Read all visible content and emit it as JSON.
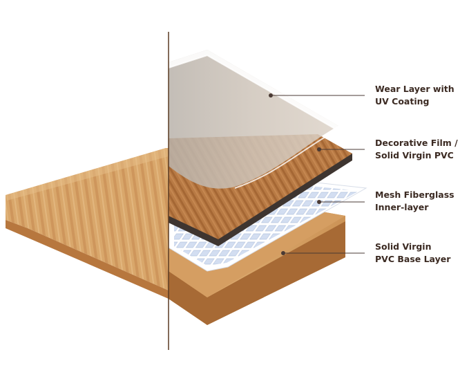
{
  "labels": {
    "wear_layer": {
      "line1": "Wear Layer with",
      "line2": "UV Coating"
    },
    "decorative_film": {
      "line1": "Decorative Film /",
      "line2": "Solid Virgin PVC"
    },
    "mesh": {
      "line1": "Mesh Fiberglass",
      "line2": "Inner-layer"
    },
    "base": {
      "line1": "Solid Virgin",
      "line2": "PVC Base Layer"
    }
  },
  "colors": {
    "label_text": "#3b2a22",
    "leader_line": "#4a3a34",
    "divider": "#5a3a22",
    "oak_light": "#dcae74",
    "oak_mid": "#c98f55",
    "oak_dark": "#a86a35",
    "mesh_cell": "#cfdcf0",
    "film_edge": "#3e3530"
  },
  "icons": [
    "leader-dot"
  ]
}
